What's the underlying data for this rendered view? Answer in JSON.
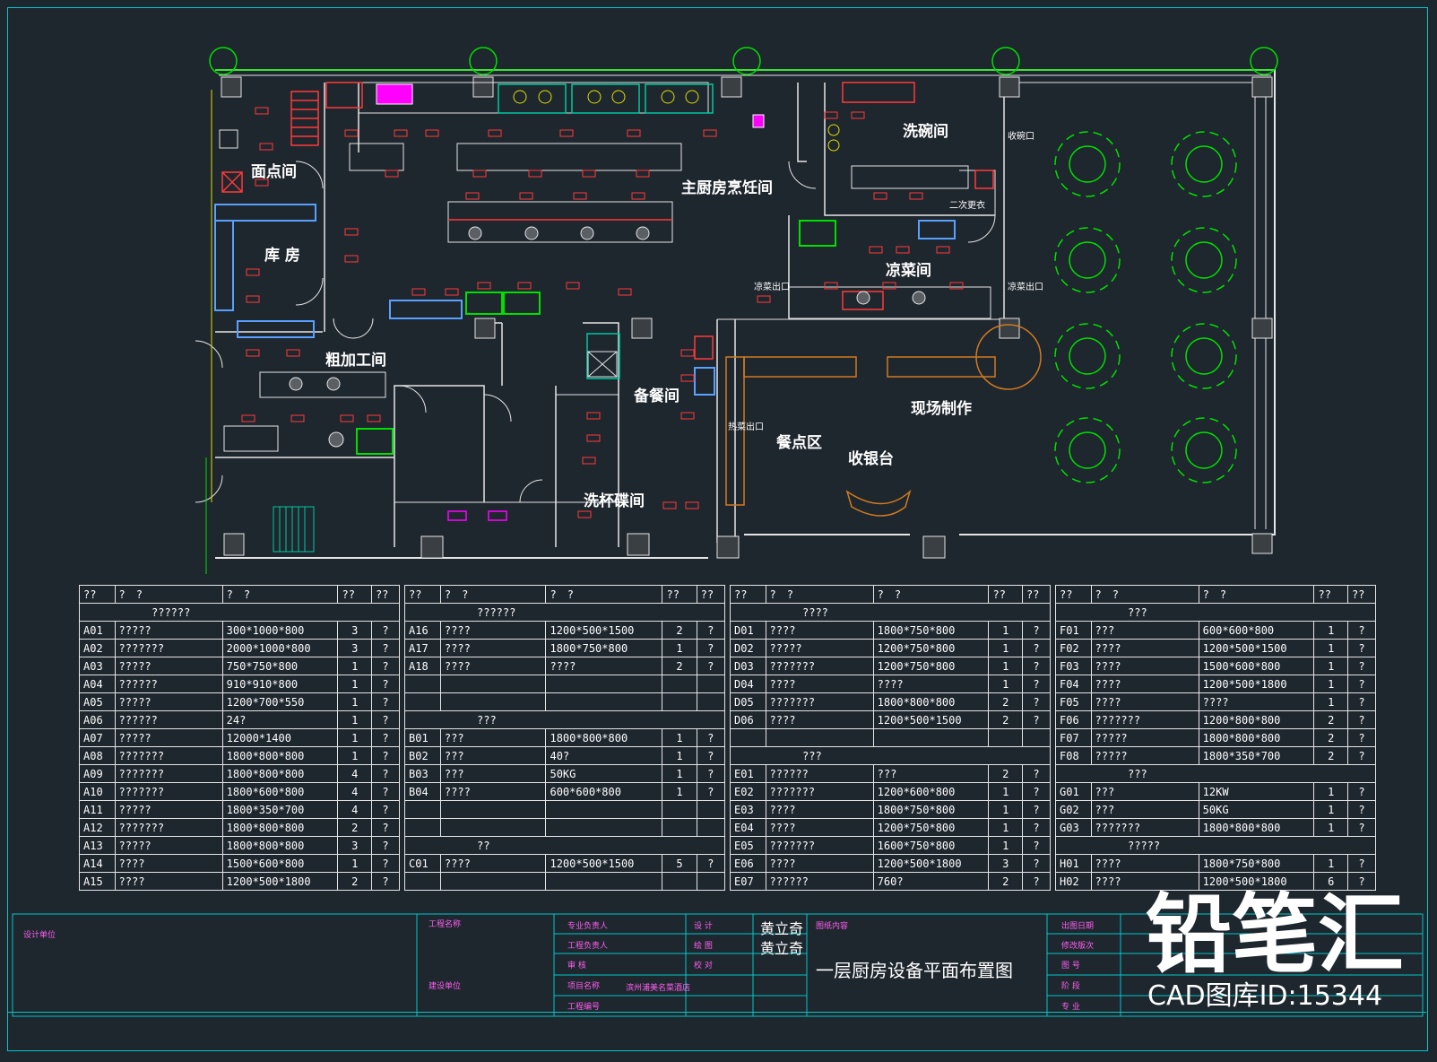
{
  "rooms": {
    "noodle_room": "面点间",
    "storage": "库 房",
    "main_kitchen": "主厨房烹饪间",
    "dishwash": "洗碗间",
    "second_change": "二次更衣",
    "cold_dish": "凉菜间",
    "rough_process": "粗加工间",
    "meal_prep": "备餐间",
    "cup_wash": "洗杯碟间",
    "snack_area": "餐点区",
    "live_cooking": "现场制作",
    "cashier": "收银台"
  },
  "labels": {
    "dish_return_window": "收碗口",
    "cold_dish_out_left": "凉菜出口",
    "cold_dish_out_right": "凉菜出口",
    "hot_dish_out": "热菜出口"
  },
  "tables": [
    {
      "header": [
        "??",
        "?　?",
        "?　?",
        "??",
        "??"
      ],
      "rows": [
        {
          "group": "??????"
        },
        {
          "cells": [
            "A01",
            "?????",
            "300*1000*800",
            "3",
            "?"
          ]
        },
        {
          "cells": [
            "A02",
            "???????",
            "2000*1000*800",
            "3",
            "?"
          ]
        },
        {
          "cells": [
            "A03",
            "?????",
            "750*750*800",
            "1",
            "?"
          ]
        },
        {
          "cells": [
            "A04",
            "??????",
            "910*910*800",
            "1",
            "?"
          ]
        },
        {
          "cells": [
            "A05",
            "?????",
            "1200*700*550",
            "1",
            "?"
          ]
        },
        {
          "cells": [
            "A06",
            "??????",
            "24?",
            "1",
            "?"
          ]
        },
        {
          "cells": [
            "A07",
            "?????",
            "12000*1400",
            "1",
            "?"
          ]
        },
        {
          "cells": [
            "A08",
            "???????",
            "1800*800*800",
            "1",
            "?"
          ]
        },
        {
          "cells": [
            "A09",
            "???????",
            "1800*800*800",
            "4",
            "?"
          ]
        },
        {
          "cells": [
            "A10",
            "???????",
            "1800*600*800",
            "4",
            "?"
          ]
        },
        {
          "cells": [
            "A11",
            "?????",
            "1800*350*700",
            "4",
            "?"
          ]
        },
        {
          "cells": [
            "A12",
            "???????",
            "1800*800*800",
            "2",
            "?"
          ]
        },
        {
          "cells": [
            "A13",
            "?????",
            "1800*800*800",
            "3",
            "?"
          ]
        },
        {
          "cells": [
            "A14",
            "????",
            "1500*600*800",
            "1",
            "?"
          ]
        },
        {
          "cells": [
            "A15",
            "????",
            "1200*500*1800",
            "2",
            "?"
          ]
        }
      ]
    },
    {
      "header": [
        "??",
        "?　?",
        "?　?",
        "??",
        "??"
      ],
      "rows": [
        {
          "group": "??????"
        },
        {
          "cells": [
            "A16",
            "????",
            "1200*500*1500",
            "2",
            "?"
          ]
        },
        {
          "cells": [
            "A17",
            "????",
            "1800*750*800",
            "1",
            "?"
          ]
        },
        {
          "cells": [
            "A18",
            "????",
            "????",
            "2",
            "?"
          ]
        },
        {
          "cells": [
            "",
            "",
            "",
            "",
            ""
          ]
        },
        {
          "cells": [
            "",
            "",
            "",
            "",
            ""
          ]
        },
        {
          "group": "???"
        },
        {
          "cells": [
            "B01",
            "???",
            "1800*800*800",
            "1",
            "?"
          ]
        },
        {
          "cells": [
            "B02",
            "???",
            "40?",
            "1",
            "?"
          ]
        },
        {
          "cells": [
            "B03",
            "???",
            "50KG",
            "1",
            "?"
          ]
        },
        {
          "cells": [
            "B04",
            "????",
            "600*600*800",
            "1",
            "?"
          ]
        },
        {
          "cells": [
            "",
            "",
            "",
            "",
            ""
          ]
        },
        {
          "cells": [
            "",
            "",
            "",
            "",
            ""
          ]
        },
        {
          "group": "??"
        },
        {
          "cells": [
            "C01",
            "????",
            "1200*500*1500",
            "5",
            "?"
          ]
        },
        {
          "cells": [
            "",
            "",
            "",
            "",
            ""
          ]
        }
      ]
    },
    {
      "header": [
        "??",
        "?　?",
        "?　?",
        "??",
        "??"
      ],
      "rows": [
        {
          "group": "????"
        },
        {
          "cells": [
            "D01",
            "????",
            "1800*750*800",
            "1",
            "?"
          ]
        },
        {
          "cells": [
            "D02",
            "?????",
            "1200*750*800",
            "1",
            "?"
          ]
        },
        {
          "cells": [
            "D03",
            "???????",
            "1200*750*800",
            "1",
            "?"
          ]
        },
        {
          "cells": [
            "D04",
            "????",
            "????",
            "1",
            "?"
          ]
        },
        {
          "cells": [
            "D05",
            "???????",
            "1800*800*800",
            "2",
            "?"
          ]
        },
        {
          "cells": [
            "D06",
            "????",
            "1200*500*1500",
            "2",
            "?"
          ]
        },
        {
          "cells": [
            "",
            "",
            "",
            "",
            ""
          ]
        },
        {
          "group": "???"
        },
        {
          "cells": [
            "E01",
            "??????",
            "???",
            "2",
            "?"
          ]
        },
        {
          "cells": [
            "E02",
            "???????",
            "1200*600*800",
            "1",
            "?"
          ]
        },
        {
          "cells": [
            "E03",
            "????",
            "1800*750*800",
            "1",
            "?"
          ]
        },
        {
          "cells": [
            "E04",
            "????",
            "1200*750*800",
            "1",
            "?"
          ]
        },
        {
          "cells": [
            "E05",
            "???????",
            "1600*750*800",
            "1",
            "?"
          ]
        },
        {
          "cells": [
            "E06",
            "????",
            "1200*500*1800",
            "3",
            "?"
          ]
        },
        {
          "cells": [
            "E07",
            "??????",
            "760?",
            "2",
            "?"
          ]
        }
      ]
    },
    {
      "header": [
        "??",
        "?　?",
        "?　?",
        "??",
        "??"
      ],
      "rows": [
        {
          "group": "???"
        },
        {
          "cells": [
            "F01",
            "???",
            "600*600*800",
            "1",
            "?"
          ]
        },
        {
          "cells": [
            "F02",
            "????",
            "1200*500*1500",
            "1",
            "?"
          ]
        },
        {
          "cells": [
            "F03",
            "????",
            "1500*600*800",
            "1",
            "?"
          ]
        },
        {
          "cells": [
            "F04",
            "????",
            "1200*500*1800",
            "1",
            "?"
          ]
        },
        {
          "cells": [
            "F05",
            "????",
            "????",
            "1",
            "?"
          ]
        },
        {
          "cells": [
            "F06",
            "???????",
            "1200*800*800",
            "2",
            "?"
          ]
        },
        {
          "cells": [
            "F07",
            "?????",
            "1800*800*800",
            "2",
            "?"
          ]
        },
        {
          "cells": [
            "F08",
            "?????",
            "1800*350*700",
            "2",
            "?"
          ]
        },
        {
          "group": "???"
        },
        {
          "cells": [
            "G01",
            "???",
            "12KW",
            "1",
            "?"
          ]
        },
        {
          "cells": [
            "G02",
            "???",
            "50KG",
            "1",
            "?"
          ]
        },
        {
          "cells": [
            "G03",
            "???????",
            "1800*800*800",
            "1",
            "?"
          ]
        },
        {
          "group": "?????"
        },
        {
          "cells": [
            "H01",
            "????",
            "1800*750*800",
            "1",
            "?"
          ]
        },
        {
          "cells": [
            "H02",
            "????",
            "1200*500*1800",
            "6",
            "?"
          ]
        }
      ]
    }
  ],
  "title_block": {
    "design_unit": "设计单位",
    "project_name_label": "工程名称",
    "client_label": "建设单位",
    "project_lead_label": "专业负责人",
    "engineer_label": "工程负责人",
    "review_label": "审 核",
    "project_title_label": "项目名称",
    "project_name": "滨州浦美名菜酒店",
    "project_no_label": "工程编号",
    "design_label": "设 计",
    "design_name": "黄立奇",
    "drawing_label": "绘 图",
    "drawing_name": "黄立奇",
    "check_label": "校 对",
    "drawing_content_label": "图纸内容",
    "drawing_title": "一层厨房设备平面布置图",
    "date_label": "出图日期",
    "revision_label": "修改版次",
    "number_label": "图 号",
    "stage_label": "阶 段",
    "discipline_label": "专 业"
  },
  "watermark": {
    "brand": "铅笔汇",
    "cad_id": "CAD图库ID:15344"
  },
  "colors": {
    "background": "#1e262e",
    "frame": "#00c8c8",
    "wall": "#e6e6e6",
    "equipment_red": "#ff3a3a",
    "tables_green": "#00e000",
    "magenta": "#ff00ff",
    "orange": "#d07a20",
    "yellow": "#e0e000"
  }
}
